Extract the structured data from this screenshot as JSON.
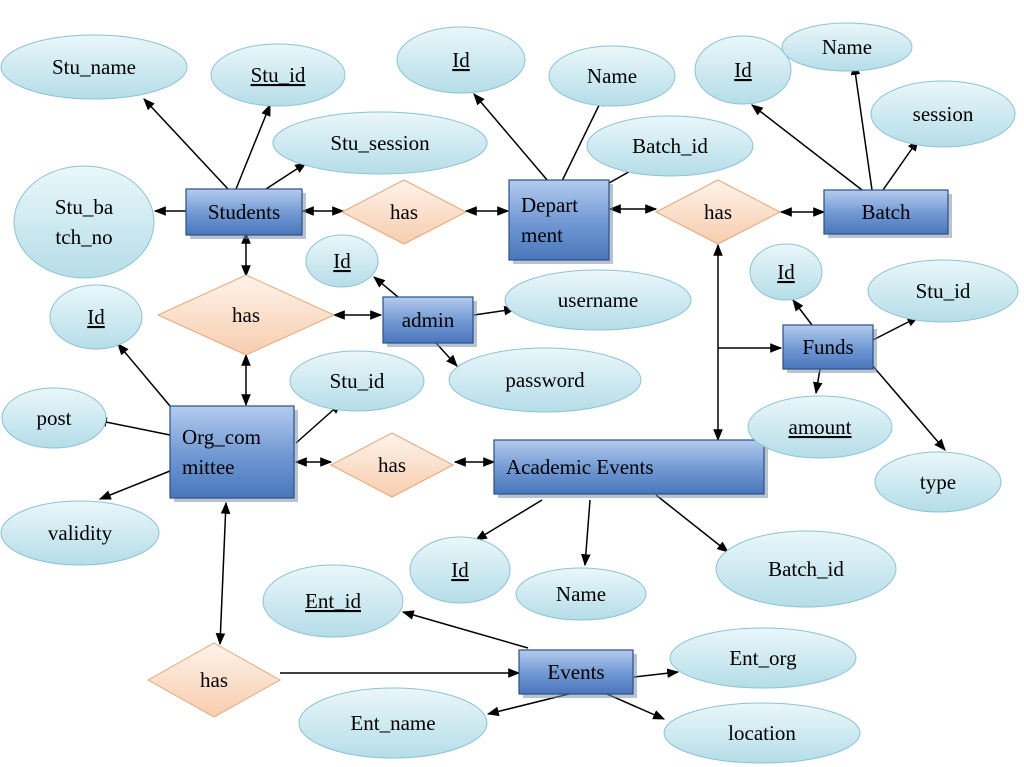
{
  "entities": [
    {
      "id": "students",
      "lines": [
        "Students"
      ]
    },
    {
      "id": "department",
      "lines": [
        "Depart",
        "ment"
      ]
    },
    {
      "id": "batch",
      "lines": [
        "Batch"
      ]
    },
    {
      "id": "admin",
      "lines": [
        "admin"
      ]
    },
    {
      "id": "funds",
      "lines": [
        "Funds"
      ]
    },
    {
      "id": "org_committee",
      "lines": [
        "Org_com",
        "mittee"
      ]
    },
    {
      "id": "academic_events",
      "lines": [
        "Academic Events"
      ]
    },
    {
      "id": "events",
      "lines": [
        "Events"
      ]
    }
  ],
  "relationships": [
    {
      "id": "has_students_dept",
      "label": "has"
    },
    {
      "id": "has_dept_batch",
      "label": "has"
    },
    {
      "id": "has_students_org",
      "label": "has"
    },
    {
      "id": "has_org_academic",
      "label": "has"
    },
    {
      "id": "has_org_events",
      "label": "has"
    }
  ],
  "attributes": [
    {
      "id": "stu_name",
      "lines": [
        "Stu_name"
      ],
      "key": false
    },
    {
      "id": "stu_id",
      "lines": [
        "Stu_id"
      ],
      "key": true
    },
    {
      "id": "stu_session",
      "lines": [
        "Stu_session"
      ],
      "key": false
    },
    {
      "id": "stu_batch_no",
      "lines": [
        "Stu_ba",
        "tch_no"
      ],
      "key": false
    },
    {
      "id": "dept_id",
      "lines": [
        "Id"
      ],
      "key": true
    },
    {
      "id": "dept_name",
      "lines": [
        "Name"
      ],
      "key": false
    },
    {
      "id": "dept_batch_id",
      "lines": [
        "Batch_id"
      ],
      "key": false
    },
    {
      "id": "batch_id",
      "lines": [
        "Id"
      ],
      "key": true
    },
    {
      "id": "batch_name",
      "lines": [
        "Name"
      ],
      "key": false
    },
    {
      "id": "batch_session",
      "lines": [
        "session"
      ],
      "key": false
    },
    {
      "id": "admin_id",
      "lines": [
        "Id"
      ],
      "key": true
    },
    {
      "id": "admin_username",
      "lines": [
        "username"
      ],
      "key": false
    },
    {
      "id": "admin_password",
      "lines": [
        "password"
      ],
      "key": false
    },
    {
      "id": "funds_id",
      "lines": [
        "Id"
      ],
      "key": true
    },
    {
      "id": "funds_stu_id",
      "lines": [
        "Stu_id"
      ],
      "key": false
    },
    {
      "id": "funds_amount",
      "lines": [
        "amount"
      ],
      "key": true
    },
    {
      "id": "funds_type",
      "lines": [
        "type"
      ],
      "key": false
    },
    {
      "id": "org_id",
      "lines": [
        "Id"
      ],
      "key": true
    },
    {
      "id": "org_stu_id",
      "lines": [
        "Stu_id"
      ],
      "key": false
    },
    {
      "id": "org_post",
      "lines": [
        "post"
      ],
      "key": false
    },
    {
      "id": "org_validity",
      "lines": [
        "validity"
      ],
      "key": false
    },
    {
      "id": "ae_id",
      "lines": [
        "Id"
      ],
      "key": true
    },
    {
      "id": "ae_name",
      "lines": [
        "Name"
      ],
      "key": false
    },
    {
      "id": "ae_batch_id",
      "lines": [
        "Batch_id"
      ],
      "key": false
    },
    {
      "id": "ent_id",
      "lines": [
        "Ent_id"
      ],
      "key": true
    },
    {
      "id": "ent_org",
      "lines": [
        "Ent_org"
      ],
      "key": false
    },
    {
      "id": "ent_name",
      "lines": [
        "Ent_name"
      ],
      "key": false
    },
    {
      "id": "ent_location",
      "lines": [
        "location"
      ],
      "key": false
    }
  ],
  "connections": [
    {
      "from": "students",
      "to": "stu_name",
      "arrow": "end"
    },
    {
      "from": "students",
      "to": "stu_id",
      "arrow": "end"
    },
    {
      "from": "students",
      "to": "stu_session",
      "arrow": "end"
    },
    {
      "from": "students",
      "to": "stu_batch_no",
      "arrow": "end"
    },
    {
      "from": "students",
      "to": "has_students_dept",
      "arrow": "both"
    },
    {
      "from": "has_students_dept",
      "to": "department",
      "arrow": "both"
    },
    {
      "from": "department",
      "to": "dept_id",
      "arrow": "end"
    },
    {
      "from": "department",
      "to": "dept_name",
      "arrow": "end"
    },
    {
      "from": "department",
      "to": "dept_batch_id",
      "arrow": "end"
    },
    {
      "from": "department",
      "to": "has_dept_batch",
      "arrow": "both"
    },
    {
      "from": "has_dept_batch",
      "to": "batch",
      "arrow": "both"
    },
    {
      "from": "batch",
      "to": "batch_id",
      "arrow": "end"
    },
    {
      "from": "batch",
      "to": "batch_name",
      "arrow": "end"
    },
    {
      "from": "batch",
      "to": "batch_session",
      "arrow": "end"
    },
    {
      "from": "students",
      "to": "has_students_org",
      "arrow": "both"
    },
    {
      "from": "has_students_org",
      "to": "admin",
      "arrow": "both"
    },
    {
      "from": "has_students_org",
      "to": "org_committee",
      "arrow": "both"
    },
    {
      "from": "admin",
      "to": "admin_id",
      "arrow": "end"
    },
    {
      "from": "admin",
      "to": "admin_username",
      "arrow": "end"
    },
    {
      "from": "admin",
      "to": "admin_password",
      "arrow": "end"
    },
    {
      "from": "has_dept_batch",
      "to": "academic_events",
      "arrow": "both"
    },
    {
      "from": "funds_junction",
      "to": "funds",
      "arrow": "end"
    },
    {
      "from": "funds",
      "to": "funds_id",
      "arrow": "end"
    },
    {
      "from": "funds",
      "to": "funds_stu_id",
      "arrow": "end"
    },
    {
      "from": "funds",
      "to": "funds_amount",
      "arrow": "end"
    },
    {
      "from": "funds",
      "to": "funds_type",
      "arrow": "end"
    },
    {
      "from": "org_committee",
      "to": "org_id",
      "arrow": "end"
    },
    {
      "from": "org_committee",
      "to": "org_stu_id",
      "arrow": "end"
    },
    {
      "from": "org_committee",
      "to": "org_post",
      "arrow": "end"
    },
    {
      "from": "org_committee",
      "to": "org_validity",
      "arrow": "end"
    },
    {
      "from": "org_committee",
      "to": "has_org_academic",
      "arrow": "both"
    },
    {
      "from": "has_org_academic",
      "to": "academic_events",
      "arrow": "both"
    },
    {
      "from": "academic_events",
      "to": "ae_id",
      "arrow": "end"
    },
    {
      "from": "academic_events",
      "to": "ae_name",
      "arrow": "end"
    },
    {
      "from": "academic_events",
      "to": "ae_batch_id",
      "arrow": "end"
    },
    {
      "from": "org_committee",
      "to": "has_org_events",
      "arrow": "both"
    },
    {
      "from": "has_org_events",
      "to": "events",
      "arrow": "end"
    },
    {
      "from": "events",
      "to": "ent_id",
      "arrow": "end"
    },
    {
      "from": "events",
      "to": "ent_org",
      "arrow": "end"
    },
    {
      "from": "events",
      "to": "ent_name",
      "arrow": "end"
    },
    {
      "from": "events",
      "to": "ent_location",
      "arrow": "end"
    }
  ],
  "colors": {
    "entity_fill_top": "#a9c3ea",
    "entity_fill_bottom": "#4f7cc0",
    "attribute_fill_top": "#e6f5f8",
    "attribute_fill_bottom": "#b7dfe9",
    "relationship_fill_top": "#fff1e7",
    "relationship_fill_bottom": "#f6cfb1",
    "edge": "#000000"
  }
}
